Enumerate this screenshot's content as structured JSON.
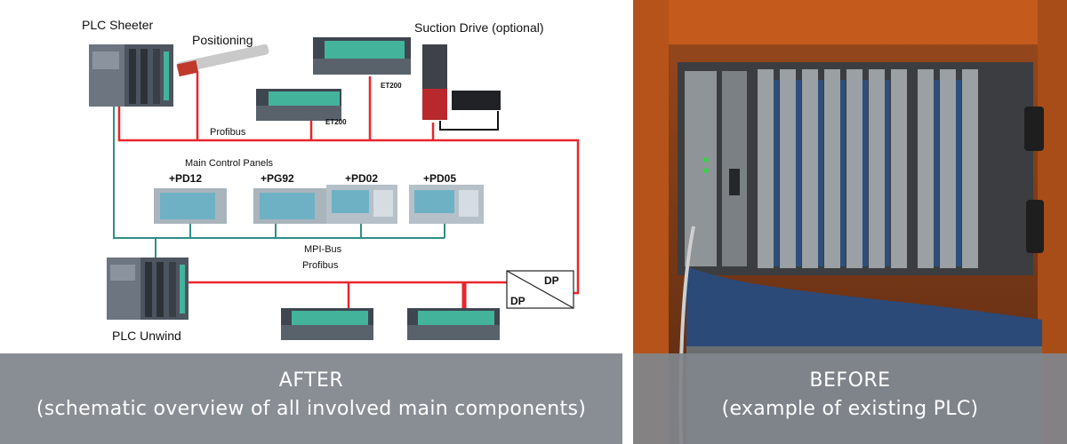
{
  "after": {
    "labels": {
      "plc_sheeter": "PLC Sheeter",
      "positioning": "Positioning",
      "suction_drive": "Suction Drive (optional)",
      "et200_upper": "ET200",
      "et200_lower": "ET200",
      "profibus_top": "Profibus",
      "main_control_panels": "Main Control Panels",
      "panel_pd12": "+PD12",
      "panel_pg92": "+PG92",
      "panel_pd02": "+PD02",
      "panel_pd05": "+PD05",
      "mpi_bus": "MPI-Bus",
      "profibus_mid": "Profibus",
      "dp_top": "DP",
      "dp_bottom": "DP",
      "plc_unwind": "PLC Unwind"
    },
    "caption": {
      "line1": "AFTER",
      "line2": "(schematic overview of all involved main components)"
    },
    "colors": {
      "profibus": "#e8262b",
      "mpi": "#2f8f86",
      "module_green": "#43b39c"
    }
  },
  "before": {
    "caption": {
      "line1": "BEFORE",
      "line2": "(example of existing PLC)"
    }
  }
}
